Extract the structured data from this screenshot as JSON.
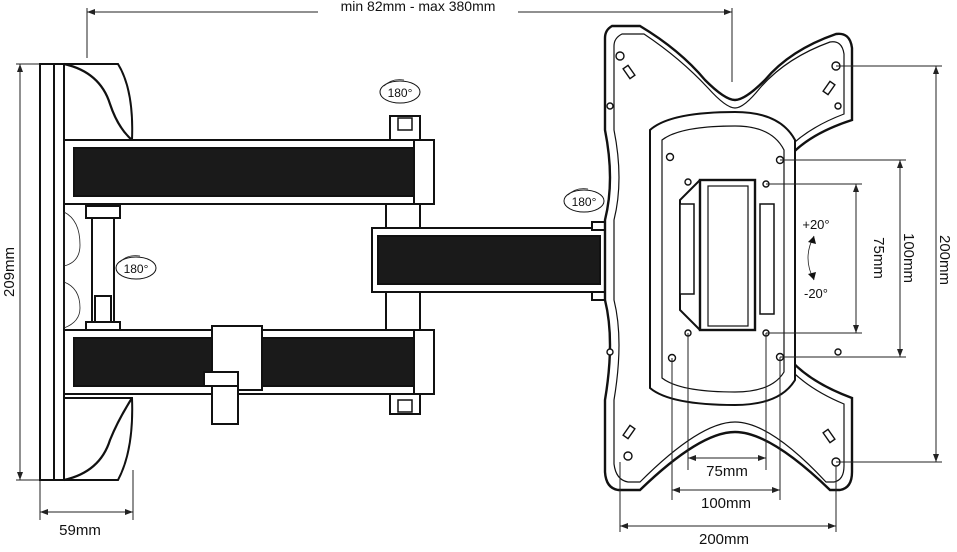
{
  "dimensions": {
    "arm_extension": "min 82mm - max 380mm",
    "wall_plate_height": "209mm",
    "wall_plate_width": "59mm",
    "vesa_h_75": "75mm",
    "vesa_h_100": "100mm",
    "vesa_h_200": "200mm",
    "vesa_v_75": "75mm",
    "vesa_v_100": "100mm",
    "vesa_v_200": "200mm"
  },
  "rotation": {
    "swivel_top": "180°",
    "swivel_mid": "180°",
    "swivel_plate": "180°",
    "tilt_up": "+20°",
    "tilt_down": "-20°"
  }
}
